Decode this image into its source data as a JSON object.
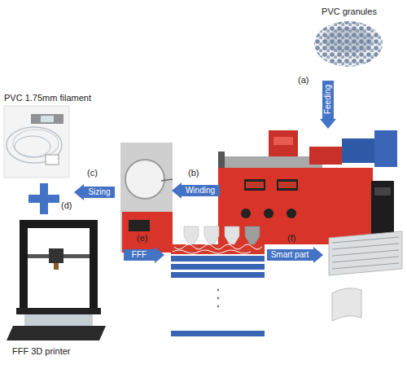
{
  "diagram": {
    "nodes": [
      {
        "text": [
          "PVC granules"
        ]
      },
      {
        "text": [
          "Feeding"
        ]
      },
      {
        "text": [
          "PVC 1.75mm filament"
        ]
      },
      {
        "text": [
          "Sizing"
        ]
      },
      {
        "text": [
          "Winding"
        ]
      },
      {
        "text": [
          "FFF 3D printer"
        ]
      },
      {
        "text": [
          "FFF"
        ]
      },
      {
        "text": [
          "Smart part"
        ]
      }
    ],
    "labels": [
      "(a)",
      "(b)",
      "(c)",
      "(d)",
      "(e)",
      "(f)"
    ]
  }
}
